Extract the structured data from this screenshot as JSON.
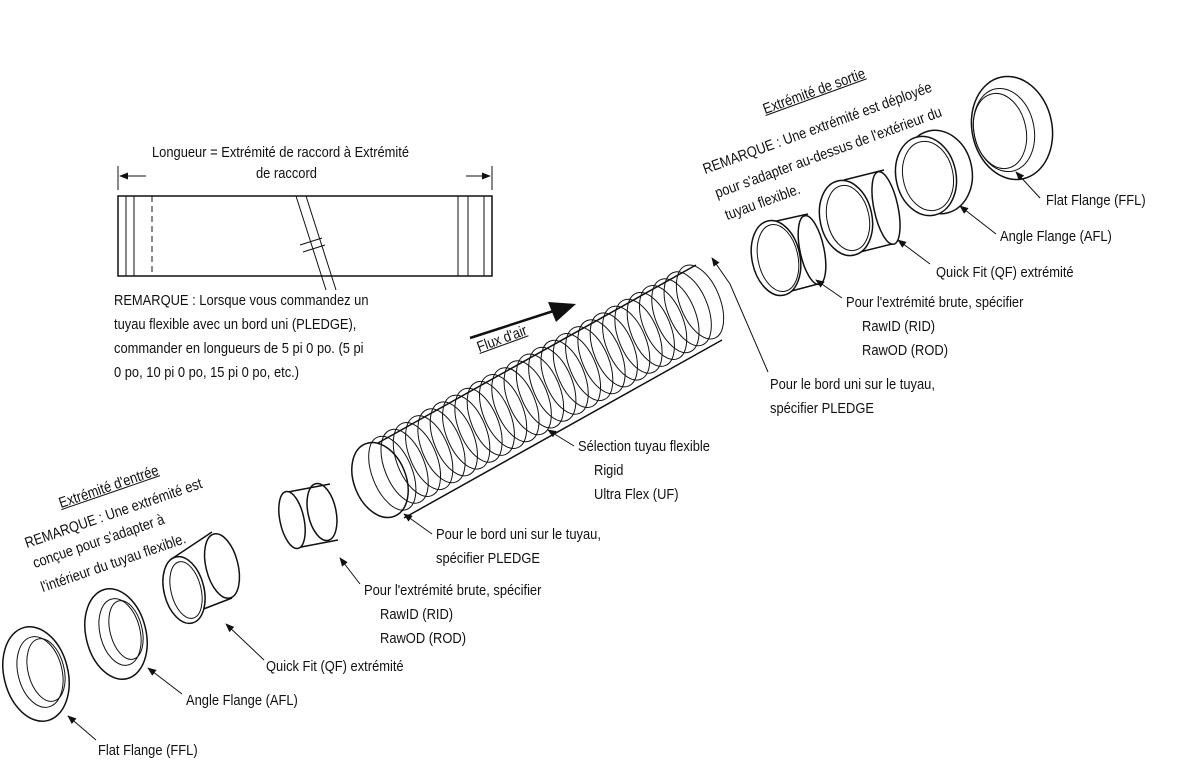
{
  "length_dim": {
    "line1": "Longueur = Extrémité de raccord à Extrémité",
    "line2": "de raccord"
  },
  "pledge_note": {
    "line1": "REMARQUE : Lorsque vous commandez un",
    "line2": "tuyau flexible avec un bord uni (PLEDGE),",
    "line3": "commander en longueurs de 5 pi 0 po. (5 pi",
    "line4": "0 po, 10 pi 0 po, 15 pi 0 po, etc.)"
  },
  "airflow": "Flux d'air",
  "inlet": {
    "heading": "Extrémité d'entrée",
    "note1": "REMARQUE : Une extrémité est",
    "note2": "conçue pour s'adapter à",
    "note3": "l'intérieur du tuyau flexible."
  },
  "outlet": {
    "heading": "Extrémité de sortie",
    "note1": "REMARQUE : Une extrémité est déployée",
    "note2": "pour s'adapter au-dessus de l'extérieur du",
    "note3": "tuyau flexible."
  },
  "callouts": {
    "right_ffl": "Flat Flange (FFL)",
    "right_afl": "Angle Flange (AFL)",
    "right_qf": "Quick Fit (QF) extrémité",
    "right_raw1": "Pour l'extrémité brute, spécifier",
    "right_raw2": "RawID (RID)",
    "right_raw3": "RawOD (ROD)",
    "right_pledge1": "Pour le bord uni sur le tuyau,",
    "right_pledge2": "spécifier PLEDGE",
    "hose1": "Sélection tuyau flexible",
    "hose2": "Rigid",
    "hose3": "Ultra Flex (UF)",
    "left_pledge1": "Pour le bord uni sur le tuyau,",
    "left_pledge2": "spécifier PLEDGE",
    "left_raw1": "Pour l'extrémité brute, spécifier",
    "left_raw2": "RawID (RID)",
    "left_raw3": "RawOD (ROD)",
    "left_qf": "Quick Fit (QF) extrémité",
    "left_afl": "Angle Flange (AFL)",
    "left_ffl": "Flat Flange (FFL)"
  }
}
